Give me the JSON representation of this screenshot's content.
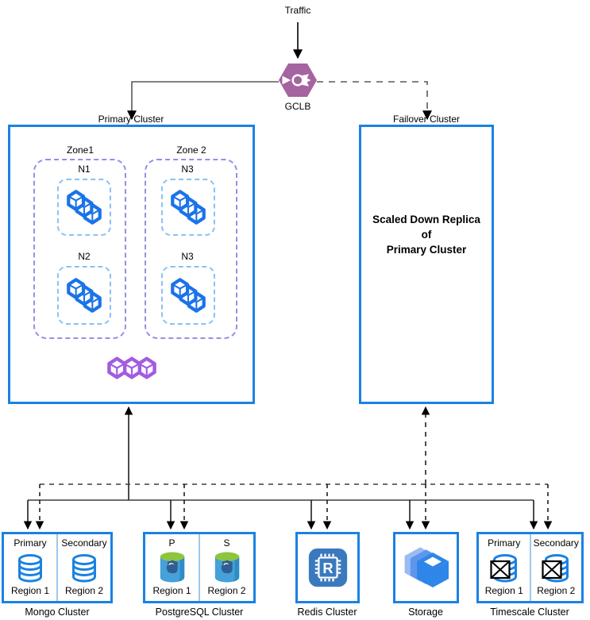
{
  "labels": {
    "traffic": "Traffic",
    "gclb": "GCLB"
  },
  "primary": {
    "label": "Primary Cluster",
    "zones": [
      {
        "label": "Zone1",
        "nodes": [
          {
            "label": "N1"
          },
          {
            "label": "N2"
          }
        ]
      },
      {
        "label": "Zone 2",
        "nodes": [
          {
            "label": "N3"
          },
          {
            "label": "N3"
          }
        ]
      }
    ]
  },
  "failover": {
    "label": "Failover Cluster",
    "line1": "Scaled Down Replica",
    "line2": "of",
    "line3": "Primary Cluster"
  },
  "clusters": {
    "mongo": {
      "name": "Mongo Cluster",
      "left_role": "Primary",
      "right_role": "Secondary",
      "left_region": "Region 1",
      "right_region": "Region 2"
    },
    "postgres": {
      "name": "PostgreSQL Cluster",
      "left_role": "P",
      "right_role": "S",
      "left_region": "Region 1",
      "right_region": "Region 2"
    },
    "redis": {
      "name": "Redis Cluster",
      "icon_letter": "R"
    },
    "storage": {
      "name": "Storage"
    },
    "timescale": {
      "name": "Timescale Cluster",
      "left_role": "Primary",
      "right_role": "Secondary",
      "left_region": "Region 1",
      "right_region": "Region 2"
    }
  },
  "colors": {
    "cluster_border": "#1a82e2",
    "zone_dashed": "#9191e8",
    "node_dashed": "#8ac2f2",
    "node_cube_blue": "#1a73e8",
    "pod_purple": "#a35be0",
    "gclb_hexagon": "#a5639f",
    "postgres_body": "#45a1d8",
    "postgres_top": "#8cc63e",
    "postgres_elephant": "#2f5e93",
    "redis_square": "#3b79be",
    "storage_front": "#2e86e8",
    "storage_mid": "#5c97ec",
    "storage_back": "#9abcf2",
    "wire": "#3d3d3d"
  }
}
